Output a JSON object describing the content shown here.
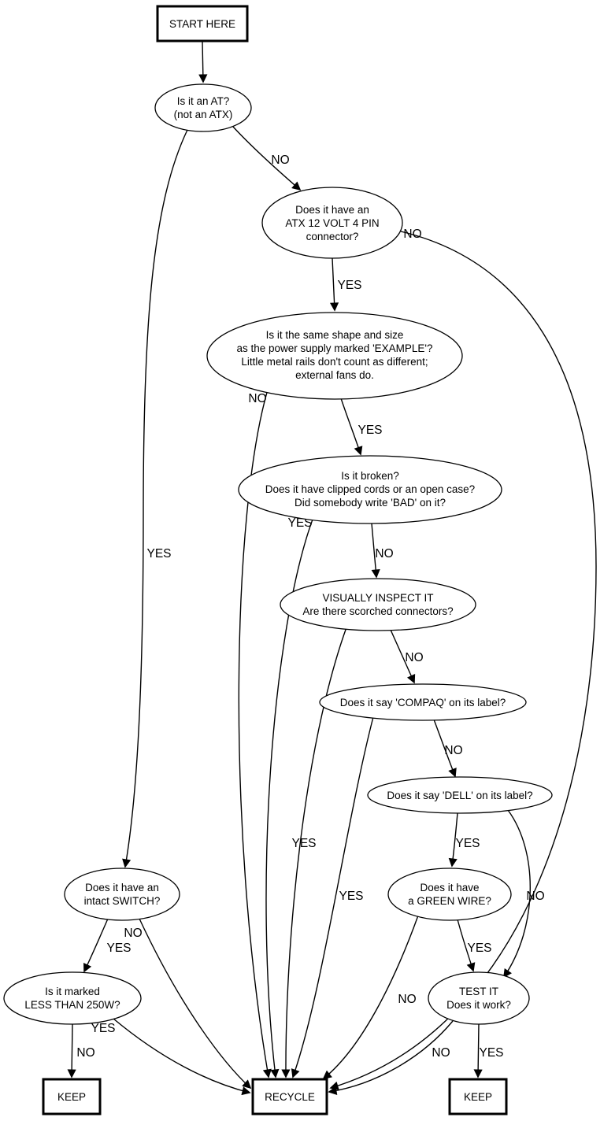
{
  "diagram": {
    "type": "flowchart",
    "subject": "Power supply triage decision tree",
    "colors": {
      "background": "#ffffff",
      "stroke": "#000000",
      "text": "#000000"
    }
  },
  "nodes": {
    "start": {
      "shape": "rect",
      "label": "START HERE"
    },
    "at": {
      "shape": "ellipse",
      "lines": [
        "Is it an AT?",
        "(not an ATX)"
      ]
    },
    "atx12": {
      "shape": "ellipse",
      "lines": [
        "Does it have an",
        "ATX 12 VOLT 4 PIN",
        "connector?"
      ]
    },
    "example": {
      "shape": "ellipse",
      "lines": [
        "Is it the same shape and size",
        "as the power supply marked 'EXAMPLE'?",
        "Little metal rails don't count as different;",
        "external fans do."
      ]
    },
    "broken": {
      "shape": "ellipse",
      "lines": [
        "Is it broken?",
        "Does it have clipped cords or an open case?",
        "Did somebody write 'BAD' on it?"
      ]
    },
    "inspect": {
      "shape": "ellipse",
      "lines": [
        "VISUALLY INSPECT IT",
        "Are there scorched connectors?"
      ]
    },
    "compaq": {
      "shape": "ellipse",
      "label": "Does it say 'COMPAQ' on its label?"
    },
    "dell": {
      "shape": "ellipse",
      "label": "Does it say 'DELL' on its label?"
    },
    "green": {
      "shape": "ellipse",
      "lines": [
        "Does it have",
        "a GREEN WIRE?"
      ]
    },
    "test": {
      "shape": "ellipse",
      "lines": [
        "TEST IT",
        "Does it work?"
      ]
    },
    "switch": {
      "shape": "ellipse",
      "lines": [
        "Does it have an",
        "intact SWITCH?"
      ]
    },
    "watts": {
      "shape": "ellipse",
      "lines": [
        "Is it marked",
        "LESS THAN 250W?"
      ]
    },
    "keep_left": {
      "shape": "rect",
      "label": "KEEP"
    },
    "recycle": {
      "shape": "rect",
      "label": "RECYCLE"
    },
    "keep_right": {
      "shape": "rect",
      "label": "KEEP"
    }
  },
  "edges": {
    "start_to_at": {
      "from": "start",
      "to": "at",
      "label": ""
    },
    "at_to_atx12": {
      "from": "at",
      "to": "atx12",
      "label": "NO"
    },
    "at_to_switch": {
      "from": "at",
      "to": "switch",
      "label": "YES"
    },
    "atx12_to_example": {
      "from": "atx12",
      "to": "example",
      "label": "YES"
    },
    "atx12_to_recycle": {
      "from": "atx12",
      "to": "recycle",
      "label": "NO"
    },
    "example_to_broken": {
      "from": "example",
      "to": "broken",
      "label": "YES"
    },
    "example_to_recycle": {
      "from": "example",
      "to": "recycle",
      "label": "NO"
    },
    "broken_to_inspect": {
      "from": "broken",
      "to": "inspect",
      "label": "NO"
    },
    "broken_to_recycle": {
      "from": "broken",
      "to": "recycle",
      "label": "YES"
    },
    "inspect_to_compaq": {
      "from": "inspect",
      "to": "compaq",
      "label": "NO"
    },
    "inspect_to_recycle": {
      "from": "inspect",
      "to": "recycle",
      "label": "YES"
    },
    "compaq_to_dell": {
      "from": "compaq",
      "to": "dell",
      "label": "NO"
    },
    "compaq_to_recycle": {
      "from": "compaq",
      "to": "recycle",
      "label": "YES"
    },
    "dell_to_green": {
      "from": "dell",
      "to": "green",
      "label": "YES"
    },
    "dell_to_test": {
      "from": "dell",
      "to": "test",
      "label": "NO"
    },
    "green_to_test": {
      "from": "green",
      "to": "test",
      "label": "YES"
    },
    "green_to_recycle": {
      "from": "green",
      "to": "recycle",
      "label": "NO"
    },
    "test_to_keep_right": {
      "from": "test",
      "to": "keep_right",
      "label": "YES"
    },
    "test_to_recycle": {
      "from": "test",
      "to": "recycle",
      "label": "NO"
    },
    "switch_to_watts": {
      "from": "switch",
      "to": "watts",
      "label": "YES"
    },
    "switch_to_recycle": {
      "from": "switch",
      "to": "recycle",
      "label": "NO"
    },
    "watts_to_keep_left": {
      "from": "watts",
      "to": "keep_left",
      "label": "NO"
    },
    "watts_to_recycle": {
      "from": "watts",
      "to": "recycle",
      "label": "YES"
    }
  }
}
